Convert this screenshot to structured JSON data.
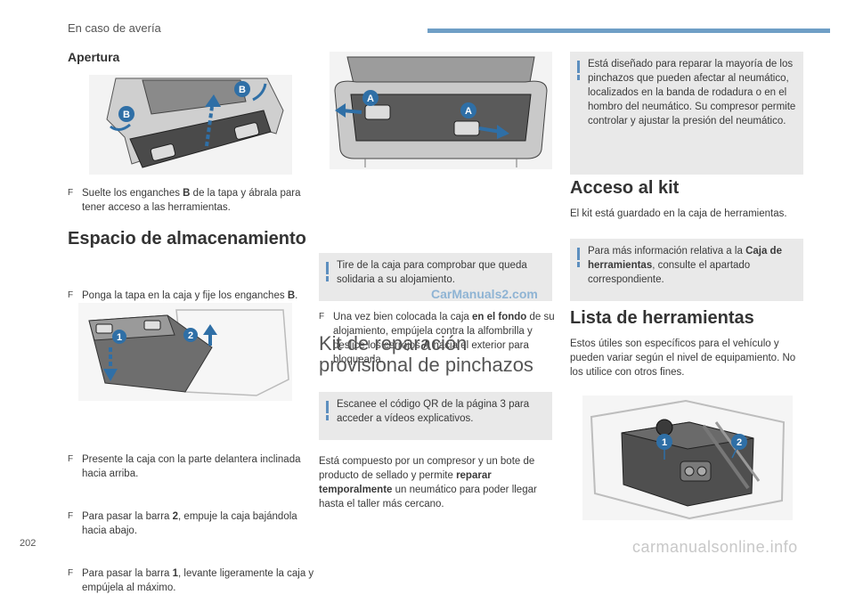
{
  "header": {
    "title": "En caso de avería"
  },
  "page_number": "202",
  "watermarks": {
    "mid": "CarManuals2.com",
    "bottom": "carmanualsonline.info"
  },
  "col1": {
    "apertura_heading": "Apertura",
    "img1_markers": [
      "B",
      "B"
    ],
    "bullet1_pre": "Suelte los enganches ",
    "bullet1_bold": "B",
    "bullet1_post": " de la tapa y ábrala para tener acceso a las herramientas.",
    "espacio_heading": "Espacio de almacenamiento",
    "bullet2_pre": "Ponga la tapa en la caja y fije los enganches ",
    "bullet2_bold": "B",
    "bullet2_post": ".",
    "img2_markers": [
      "1",
      "2"
    ],
    "bullet3": "Presente la caja con la parte delantera inclinada hacia arriba.",
    "bullet4_pre": "Para pasar la barra ",
    "bullet4_bold": "2",
    "bullet4_post": ", empuje la caja bajándola hacia abajo.",
    "bullet5_pre": "Para pasar la barra ",
    "bullet5_bold": "1",
    "bullet5_post": ", levante ligeramente la caja y empújela al máximo."
  },
  "col2": {
    "img3_markers": [
      "A",
      "A"
    ],
    "bullet1_pre": "Una vez bien colocada la caja ",
    "bullet1_bold": "en el fondo",
    "bullet1_post": " de su alojamiento, empújela contra la alfombrilla y deslice los cerrojos ",
    "bullet1_bold2": "A",
    "bullet1_post2": " hacia el exterior para bloquearla.",
    "note1": "Tire de la caja para comprobar que queda solidaria a su alojamiento.",
    "kit_heading_line1": "Kit de reparación",
    "kit_heading_line2": "provisional de pinchazos",
    "note2": "Escanee el código QR de la página 3 para acceder a vídeos explicativos.",
    "para_pre": "Está compuesto por un compresor y un bote de producto de sellado y permite ",
    "para_bold": "reparar temporalmente",
    "para_post": " un neumático para poder llegar hasta el taller más cercano."
  },
  "col3": {
    "note_top": "Está diseñado para reparar la mayoría de los pinchazos que pueden afectar al neumático, localizados en la banda de rodadura o en el hombro del neumático. Su compresor permite controlar y ajustar la presión del neumático.",
    "acceso_heading": "Acceso al kit",
    "acceso_text": "El kit está guardado en la caja de herramientas.",
    "note_mid_pre": "Para más información relativa a la ",
    "note_mid_bold": "Caja de herramientas",
    "note_mid_post": ", consulte el apartado correspondiente.",
    "lista_heading": "Lista de herramientas",
    "lista_text": "Estos útiles son específicos para el vehículo y pueden variar según el nivel de equipamiento. No los utilice con otros fines.",
    "img4_markers": [
      "1",
      "2"
    ]
  },
  "colors": {
    "accent": "#5d8fbf",
    "header_bar": "#6f9fc6",
    "note_bg": "#e9e9e9"
  },
  "bullet_marker": "F"
}
